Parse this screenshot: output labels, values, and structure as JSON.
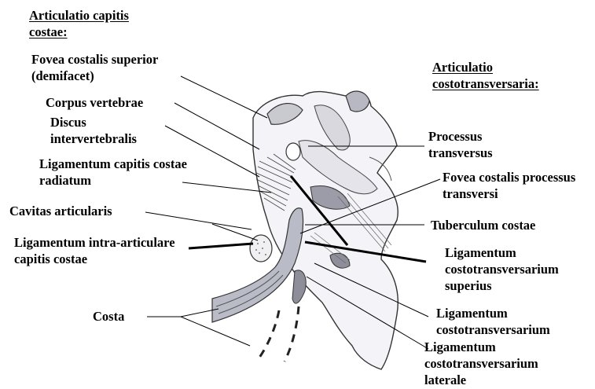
{
  "diagram": {
    "headings": {
      "capitis": "Articulatio capitis costae:",
      "costotransversaria": "Articulatio costotransversaria:"
    },
    "labels": {
      "fovea_costalis_superior": "Fovea costalis superior (demifacet)",
      "corpus_vertebrae": "Corpus vertebrae",
      "discus_intervertebralis": "Discus intervertebralis",
      "ligamentum_capitis_radiatum": "Ligamentum capitis costae radiatum",
      "cavitas_articularis": "Cavitas articularis",
      "ligamentum_intraarticulare": "Ligamentum intra-articulare capitis costae",
      "costa": "Costa",
      "processus_transversus": "Processus transversus",
      "fovea_costalis_processus": "Fovea costalis processus transversi",
      "tuberculum_costae": "Tuberculum costae",
      "lig_costotransversarium_superius": "Ligamentum costotransversarium superius",
      "lig_costotransversarium": "Ligamentum costotransversarium",
      "lig_costotransversarium_laterale": "Ligamentum costotransversarium laterale"
    }
  }
}
